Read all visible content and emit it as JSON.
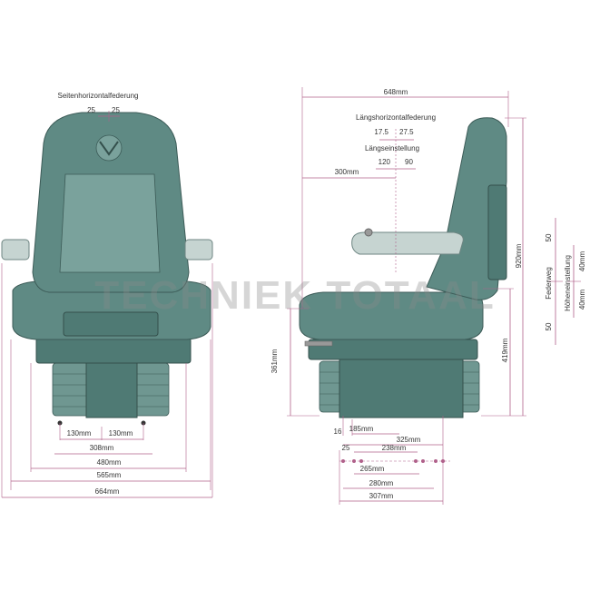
{
  "watermark": "TECHNIEK TOTAAL",
  "colors": {
    "seat": "#5f8a84",
    "dimension_lines": "#b0608a",
    "background": "#ffffff"
  },
  "front_view": {
    "lateral_suspension_title": "Seitenhorizontalfederung",
    "lateral_left": "25",
    "lateral_right": "25",
    "mount_left": "130mm",
    "mount_right": "130mm",
    "mount_spacing": "308mm",
    "base_width": "480mm",
    "seat_width": "565mm",
    "overall_width": "664mm"
  },
  "side_view": {
    "overall_depth": "648mm",
    "longitudinal_suspension_title": "Längshorizontalfederung",
    "longitudinal_back": "17.5",
    "longitudinal_forward": "27.5",
    "length_adjust_title": "Längseinstellung",
    "length_adjust_back": "120",
    "length_adjust_forward": "90",
    "backrest_offset": "300mm",
    "height_total": "920mm",
    "seat_height_upper": "419mm",
    "seat_height_lower": "361mm",
    "suspension_travel_label": "Federweg",
    "suspension_up": "50",
    "suspension_down": "50",
    "height_adjust_label": "Höheneinstellung",
    "height_adjust_up": "40mm",
    "height_adjust_down": "40mm",
    "offset_small": "16",
    "rail_front": "185mm",
    "rail_total": "325mm",
    "slot_offset": "25",
    "slot_span": "238mm",
    "hole_265": "265mm",
    "hole_280": "280mm",
    "hole_307": "307mm"
  }
}
